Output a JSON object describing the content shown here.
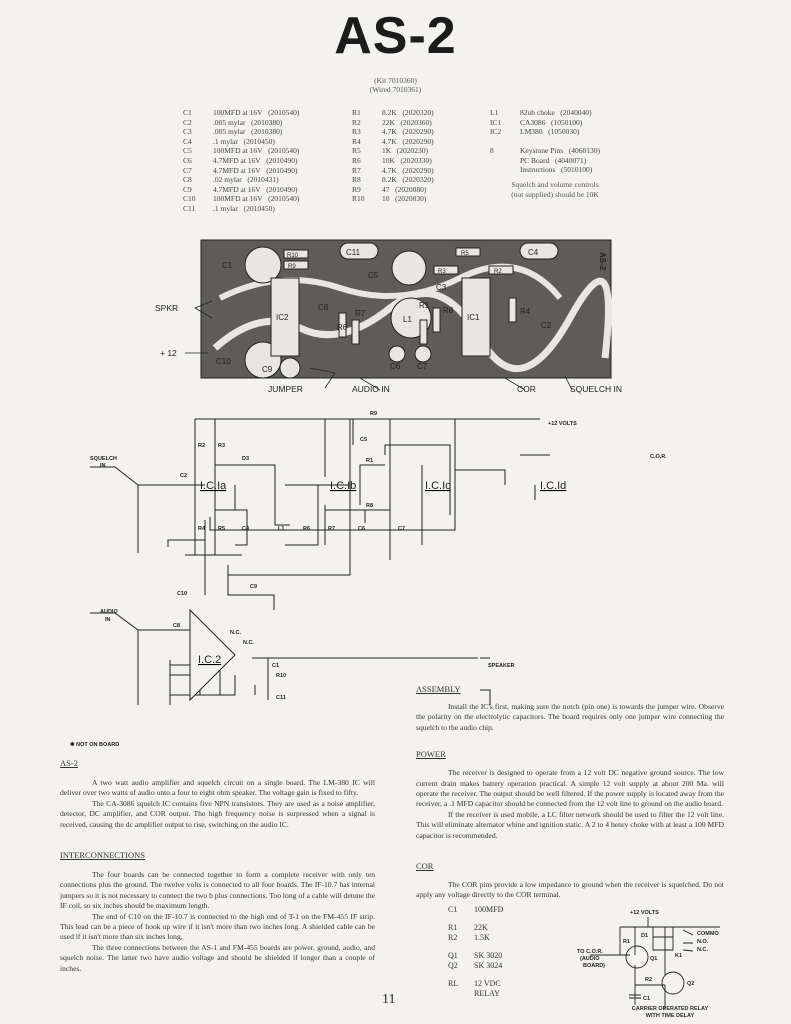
{
  "title": "AS-2",
  "kit_number": "(Kit 7010360)",
  "wired_number": "(Wired 7010361)",
  "parts": {
    "capacitors": [
      {
        "ref": "C1",
        "desc": "100MFD at 16V   (2010540)"
      },
      {
        "ref": "C2",
        "desc": ".005 mylar   (2010380)"
      },
      {
        "ref": "C3",
        "desc": ".005 mylar   (2010380)"
      },
      {
        "ref": "C4",
        "desc": ".1 mylar   (2010450)"
      },
      {
        "ref": "C5",
        "desc": "100MFD at 16V   (2010540)"
      },
      {
        "ref": "C6",
        "desc": "4.7MFD at 16V   (2010490)"
      },
      {
        "ref": "C7",
        "desc": "4.7MFD at 16V   (2010490)"
      },
      {
        "ref": "C8",
        "desc": ".02 mylar   (2010431)"
      },
      {
        "ref": "C9",
        "desc": "4.7MFD at 16V   (2010490)"
      },
      {
        "ref": "C10",
        "desc": "100MFD at 16V   (2010540)"
      },
      {
        "ref": "C11",
        "desc": ".1 mylar   (2010450)"
      }
    ],
    "resistors": [
      {
        "ref": "R1",
        "desc": "8.2K   (2020320)"
      },
      {
        "ref": "R2",
        "desc": "22K   (2020360)"
      },
      {
        "ref": "R3",
        "desc": "4.7K   (2020290)"
      },
      {
        "ref": "R4",
        "desc": "4.7K   (2020290)"
      },
      {
        "ref": "R5",
        "desc": "1K   (2020230)"
      },
      {
        "ref": "R6",
        "desc": "10K   (2020330)"
      },
      {
        "ref": "R7",
        "desc": "4.7K   (2020290)"
      },
      {
        "ref": "R8",
        "desc": "8.2K   (2020320)"
      },
      {
        "ref": "R9",
        "desc": "47   (2020080)"
      },
      {
        "ref": "R10",
        "desc": "10   (2020030)"
      }
    ],
    "other": [
      {
        "ref": "L1",
        "desc": "82uh choke   (2040040)"
      },
      {
        "ref": "IC1",
        "desc": "CA3086   (1050100)"
      },
      {
        "ref": "IC2",
        "desc": "LM380   (1050030)"
      }
    ],
    "misc": [
      {
        "ref": "8",
        "desc": "Keystone Pins   (4060130)"
      },
      {
        "ref": "",
        "desc": "PC Board   (4040071)"
      },
      {
        "ref": "",
        "desc": "Instructions   (5010100)"
      }
    ],
    "note_line1": "Squelch and volume controls",
    "note_line2": "(not supplied) should be 10K"
  },
  "pcb": {
    "labels": [
      "C1",
      "R10",
      "R9",
      "C11",
      "C5",
      "R5",
      "C4",
      "R3",
      "R2",
      "C3",
      "IC2",
      "C8",
      "R6",
      "R7",
      "L1",
      "R1",
      "R8",
      "IC1",
      "R4",
      "C2",
      "C10",
      "C9",
      "C6",
      "C7",
      "AS-2"
    ],
    "callouts": {
      "spkr": "SPKR",
      "plus12": "+ 12",
      "jumper": "JUMPER",
      "audio_in": "AUDIO  IN",
      "cor": "COR",
      "squelch_in": "SQUELCH  IN"
    }
  },
  "schematic": {
    "plus12": "+12 VOLTS",
    "squelch_in_1": "SQUELCH",
    "squelch_in_2": "IN",
    "audio_in_1": "AUDIO",
    "audio_in_2": "IN",
    "cor": "C.O.R.",
    "speaker": "SPEAKER",
    "ic1a": "I.C.Ia",
    "ic1b": "I.C.Ib",
    "ic1c": "I.C.Ic",
    "ic1d": "I.C.Id",
    "ic2": "I.C.2",
    "nc1": "N.C.",
    "nc2": "N.C.",
    "parts": {
      "r9": "R9",
      "c5": "C5",
      "r2": "R2",
      "r3": "R3",
      "d3": "D3",
      "c2": "C2",
      "r4": "R4",
      "r5": "R5",
      "c4": "C4",
      "l1": "L1",
      "r6": "R6",
      "r7": "R7",
      "c6": "C6",
      "r1": "R1",
      "r8": "R8",
      "c7": "C7",
      "c10": "C10",
      "c9": "C9",
      "c8": "C8",
      "r10": "R10",
      "c11": "C11",
      "c1": "C1"
    },
    "legend": "NOT ON BOARD"
  },
  "sections": {
    "as2": {
      "heading": "AS-2",
      "p1": "A two watt audio amplifier and squelch circuit on a single board.  The LM-380 IC will deliver over two watts of audio onto a four to eight ohm speaker.  The voltage gain is fixed to fifty.",
      "p2": "The CA-3086 squelch IC contains five NPN transistors.  They are used as a noise amplifier, detector, DC amplifier, and COR output.  The high frequency noise is surpressed when a signal is received, causing the dc amplifier output to rise, switching on the audio IC."
    },
    "interconnections": {
      "heading": "INTERCONNECTIONS",
      "p1": "The four boards can be connected together to form a complete receiver with only ten connections plus the ground.  The twelve volts is connected to all four boards.  The IF-10.7 has internal jumpers so it is not necessary to connect the two b plus connections.  Too long of a cable will detune the IF coil, so six inches should be maximum length.",
      "p2": "The end of C10 on the IF-10.7 is connected to the high end of T-1 on the FM-455 IF strip.  This lead can be a piece of hook up wire if it isn't more than two inches long.  A shielded cable can be used if it isn't more than six inches long.",
      "p3": "The three connections between the AS-1 and FM-455 boards are power, ground, audio, and squelch noise.  The latter two have audio voltage and should be shielded if longer than a couple of inches."
    },
    "assembly": {
      "heading": "ASSEMBLY",
      "p1": "Install the IC's first, making sure the notch (pin one) is towards the jumper wire.  Observe the polarity on the electrolytic capacitors.  The board requires only one jumper wire connecting the squelch to the audio chip."
    },
    "power": {
      "heading": "POWER",
      "p1": "The receiver is designed to operate from a 12 volt DC negative ground source.  The low current drain makes battery operation practical.  A simple 12 volt supply at about 200 Ma. will operate the receiver.  The output should be well filtered.  If the power supply is located away from the receiver, a .1 MFD capacitor should be connected from the 12 volt line to ground on the audio board.",
      "p2": "If the receiver is used mobile, a LC filter network should be used to filter the 12 volt line.  This will eliminate alternator whine and ignition static.  A 2 to 4 henry choke with at least a 100 MFD capacitor is recommended."
    },
    "cor": {
      "heading": "COR",
      "p1": "The COR pins provide a low impedance to ground when the receiver is squelched.  Do not apply any voltage directly to the COR terminal.",
      "parts": [
        {
          "ref": "C1",
          "desc": "100MFD"
        },
        {
          "ref": "R1",
          "desc": "22K"
        },
        {
          "ref": "R2",
          "desc": "1.5K"
        },
        {
          "ref": "Q1",
          "desc": "SK 3020"
        },
        {
          "ref": "Q2",
          "desc": "SK 3024"
        },
        {
          "ref": "RL",
          "desc": "12 VDC"
        },
        {
          "ref": "",
          "desc": "RELAY"
        }
      ],
      "diagram": {
        "plus12": "+12 VOLTS",
        "to_cor_1": "TO C.O.R.",
        "to_cor_2": "(AUDIO",
        "to_cor_3": "BOARD)",
        "r1": "R1",
        "q1": "Q1",
        "r2": "R2",
        "q2": "Q2",
        "c1": "C1",
        "d1": "D1",
        "k1": "K1",
        "commo": "COMMO",
        "no": "N.O.",
        "nc": "N.C.",
        "caption1": "CARRIER OPERATED RELAY",
        "caption2": "WITH TIME DELAY"
      }
    }
  },
  "page_number": "11"
}
